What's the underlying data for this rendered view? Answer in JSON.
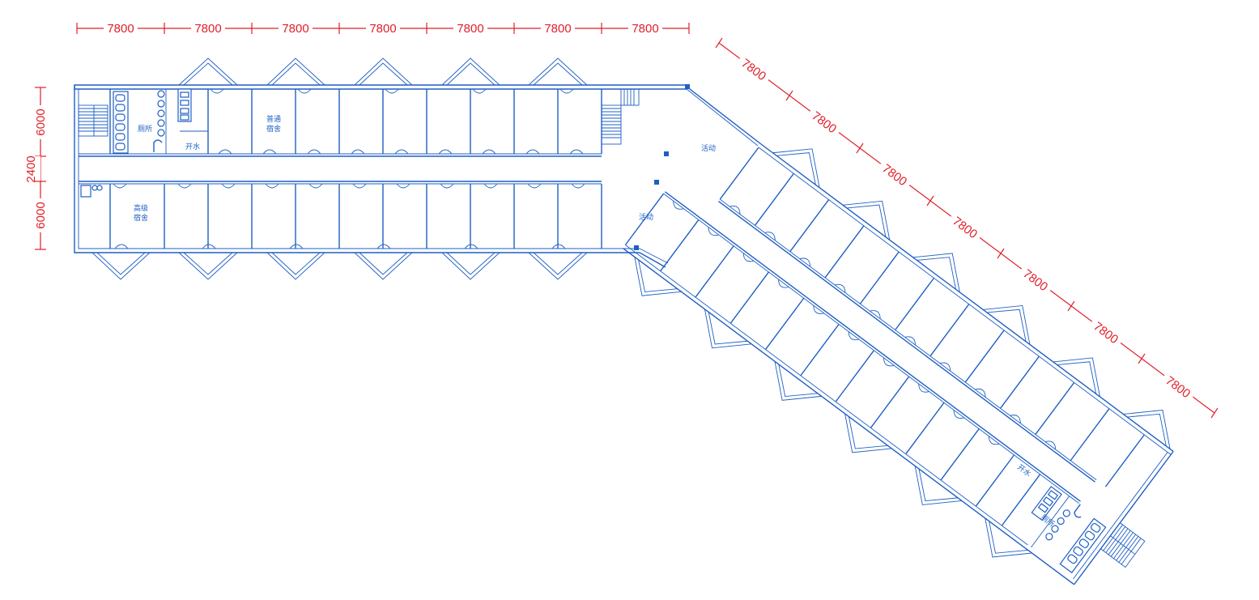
{
  "colors": {
    "wall": "#1f5fc4",
    "dimension": "#e0202a",
    "background": "#ffffff"
  },
  "dimensions": {
    "top": [
      "7800",
      "7800",
      "7800",
      "7800",
      "7800",
      "7800",
      "7800"
    ],
    "left": [
      "6000",
      "2400",
      "6000"
    ],
    "diagonal": [
      "7800",
      "7800",
      "7800",
      "7800",
      "7800",
      "7800",
      "7800"
    ]
  },
  "labels": {
    "toilet_a": "厕所",
    "boiled_water_a": "开水",
    "normal_dorm": "普通宿舍",
    "senior_dorm": "高级宿舍",
    "activity_1": "活动",
    "activity_2": "活动",
    "toilet_b": "厕所",
    "boiled_water_b": "开水"
  }
}
